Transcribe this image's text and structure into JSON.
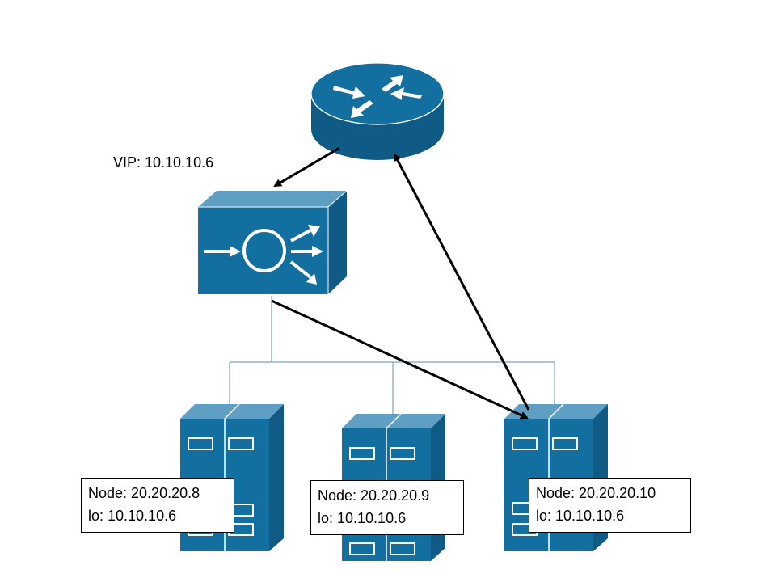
{
  "vip": {
    "label": "VIP: 10.10.10.6"
  },
  "nodes": [
    {
      "node_text": "Node: 20.20.20.8",
      "lo_text": "lo: 10.10.10.6"
    },
    {
      "node_text": "Node: 20.20.20.9",
      "lo_text": "lo: 10.10.10.6"
    },
    {
      "node_text": "Node: 20.20.20.10",
      "lo_text": "lo: 10.10.10.6"
    }
  ],
  "colors": {
    "device_fill": "#136fa0",
    "device_dark": "#0f5b85",
    "device_edge": "#5f9fc4",
    "connector_line": "#7aa3c0",
    "arrow": "#000000"
  },
  "icons": {
    "router": "router-icon",
    "load_balancer": "load-balancer-icon",
    "server": "server-icon"
  }
}
